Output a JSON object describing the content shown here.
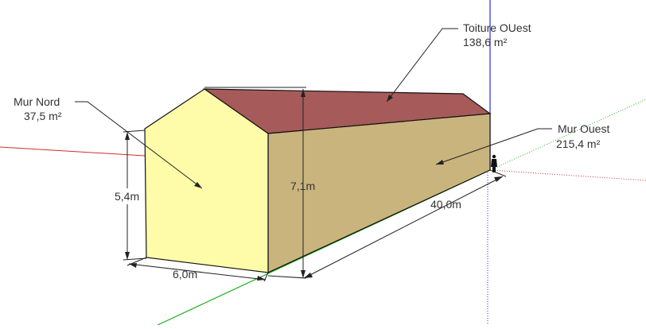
{
  "scene": {
    "colors": {
      "north_wall": "#fefca8",
      "west_wall": "#c9b47e",
      "roof": "#a65a5a",
      "axis_red": "#d22d2d",
      "axis_green": "#20b020",
      "axis_blue": "#2b2bd6"
    }
  },
  "labels": {
    "roof_name": "Toiture OUest",
    "roof_area": "138,6 m²",
    "north_name": "Mur Nord",
    "north_area": "37,5 m²",
    "west_name": "Mur Ouest",
    "west_area": "215,4 m²"
  },
  "dimensions": {
    "wall_height": "5,4m",
    "ridge_height": "7,1m",
    "width": "6,0m",
    "length": "40,0m"
  }
}
